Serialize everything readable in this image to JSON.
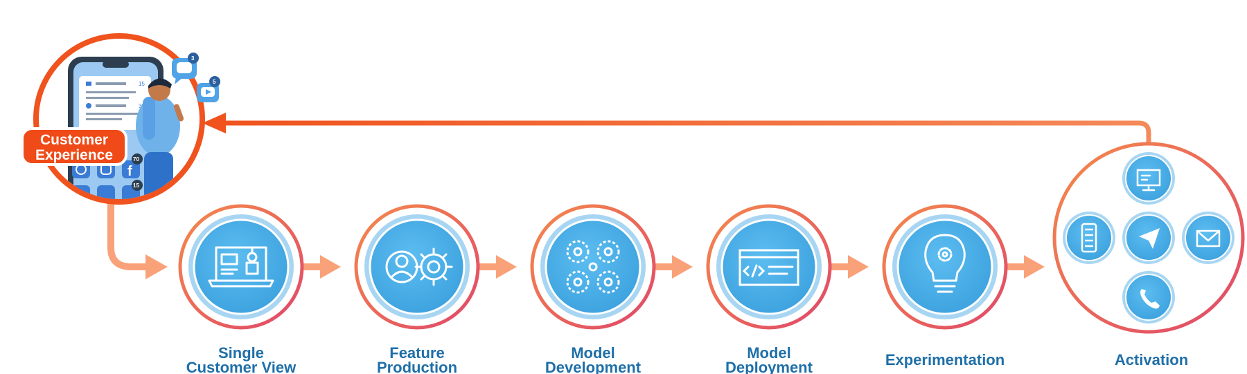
{
  "customer": {
    "label_line1": "Customer",
    "label_line2": "Experience",
    "phone_counts": [
      "15",
      "35"
    ],
    "app_counts": [
      "70",
      "15"
    ],
    "bubble_counts": [
      "3",
      "5"
    ]
  },
  "stages": [
    {
      "line1": "Single",
      "line2": "Customer View",
      "icon": "laptop-robot-icon"
    },
    {
      "line1": "Feature",
      "line2": "Production",
      "icon": "user-gear-icon"
    },
    {
      "line1": "Model",
      "line2": "Development",
      "icon": "gears-icon"
    },
    {
      "line1": "Model",
      "line2": "Deployment",
      "icon": "code-window-icon"
    },
    {
      "line1": "Experimentation",
      "line2": "",
      "icon": "lightbulb-gear-icon"
    }
  ],
  "activation": {
    "label": "Activation",
    "channels": [
      "desktop-icon",
      "mobile-icon",
      "send-icon",
      "email-icon",
      "phone-icon"
    ]
  },
  "colors": {
    "ring_start": "#f07a4a",
    "ring_end": "#e0476a",
    "flow": "#f9a27a",
    "return_arrow": "#f0531e",
    "circle_fill": "#49aee6",
    "circle_inner_ring": "#a8d6f2",
    "label": "#1f6fa8",
    "badge": "#ef4a17"
  }
}
